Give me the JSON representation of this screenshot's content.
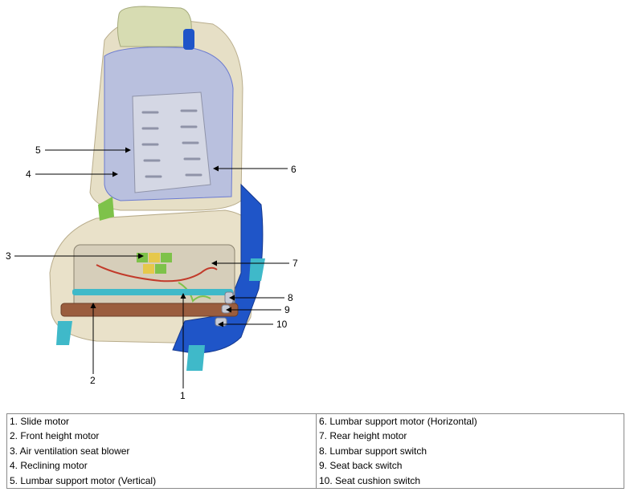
{
  "callouts": [
    "1",
    "2",
    "3",
    "4",
    "5",
    "6",
    "7",
    "8",
    "9",
    "10"
  ],
  "legend": {
    "left": [
      "1. Slide motor",
      "2. Front height motor",
      "3. Air ventilation seat blower",
      "4. Reclining motor",
      "5. Lumbar support motor (Vertical)"
    ],
    "right": [
      "6. Lumbar support motor (Horizontal)",
      "7. Rear height motor",
      "8. Lumbar support switch",
      "9. Seat back switch",
      "10. Seat cushion switch"
    ]
  },
  "colors": {
    "seat_shell": "#e9e1c9",
    "frame_blue": "#1f55c8",
    "back_glass": "#a9b6e6",
    "rail_cyan": "#3fb9c9",
    "heater_green": "#7ec24a",
    "headrest": "#d7dcb2"
  }
}
